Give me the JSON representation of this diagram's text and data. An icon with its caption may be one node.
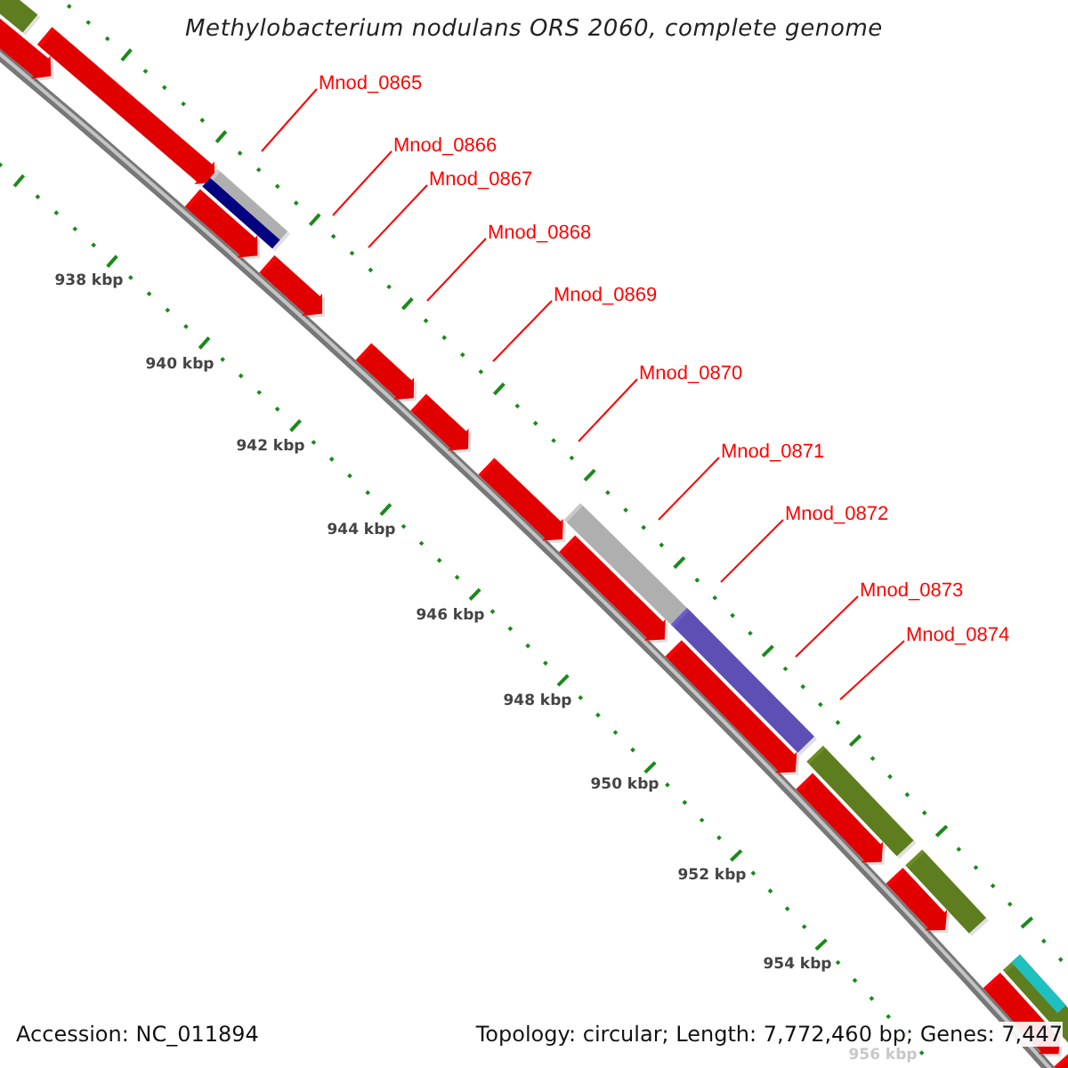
{
  "diagram": {
    "title": "Methylobacterium nodulans ORS 2060, complete genome",
    "nodes": [
      {
        "text": [
          "Mnod_0865"
        ]
      },
      {
        "text": [
          "Mnod_0866"
        ]
      },
      {
        "text": [
          "Mnod_0867"
        ]
      },
      {
        "text": [
          "Mnod_0868"
        ]
      },
      {
        "text": [
          "Mnod_0869"
        ]
      },
      {
        "text": [
          "Mnod_0870"
        ]
      },
      {
        "text": [
          "Mnod_0871"
        ]
      },
      {
        "text": [
          "Mnod_0872"
        ]
      },
      {
        "text": [
          "Mnod_0873"
        ]
      },
      {
        "text": [
          "Mnod_0874"
        ]
      }
    ],
    "edges": [
      {
        "from": 0,
        "to": null,
        "arrow": "none"
      },
      {
        "from": 1,
        "to": null,
        "arrow": "none"
      },
      {
        "from": 2,
        "to": null,
        "arrow": "none"
      },
      {
        "from": 3,
        "to": null,
        "arrow": "none"
      },
      {
        "from": 4,
        "to": null,
        "arrow": "none"
      },
      {
        "from": 5,
        "to": null,
        "arrow": "none"
      },
      {
        "from": 6,
        "to": null,
        "arrow": "none"
      },
      {
        "from": 7,
        "to": null,
        "arrow": "none"
      },
      {
        "from": 8,
        "to": null,
        "arrow": "none"
      },
      {
        "from": 9,
        "to": null,
        "arrow": "none"
      }
    ],
    "labels": [
      "938 kbp",
      "940 kbp",
      "942 kbp",
      "944 kbp",
      "946 kbp",
      "948 kbp",
      "950 kbp",
      "952 kbp",
      "954 kbp",
      "956 kbp",
      "Accession: NC_011894",
      "Topology: circular; Length: 7,772,460 bp; Genes: 7,447"
    ]
  }
}
